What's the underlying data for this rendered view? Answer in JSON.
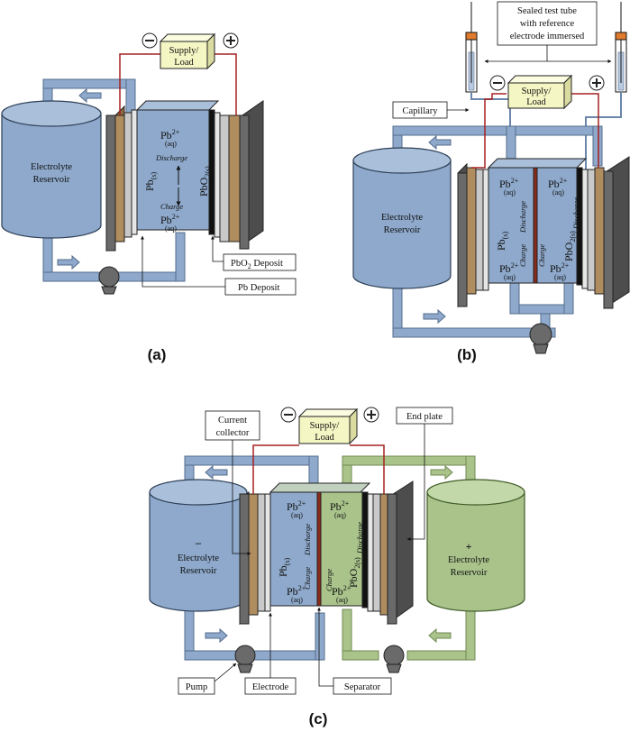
{
  "panel_a": {
    "caption": "(a)",
    "supply_load": [
      "Supply/",
      "Load"
    ],
    "reservoir": [
      "Electrolyte",
      "Reservoir"
    ],
    "pb2_top": "Pb",
    "pb2_bottom": "Pb",
    "pb2_sup": "2+",
    "aq_sub": "(aq)",
    "pbs": "Pb",
    "pbs_sub": "(s)",
    "pbo2": "PbO",
    "pbo2_sub": "2(s)",
    "discharge": "Discharge",
    "charge": "Charge",
    "pbo2_deposit_a": "PbO",
    "pbo2_deposit_b": "2",
    "pbo2_deposit_c": " Deposit",
    "pb_deposit": "Pb Deposit"
  },
  "panel_b": {
    "caption": "(b)",
    "test_tube": [
      "Sealed test tube",
      "with reference",
      "electrode immersed"
    ],
    "capillary": "Capillary",
    "supply_load": [
      "Supply/",
      "Load"
    ],
    "reservoir": [
      "Electrolyte",
      "Reservoir"
    ],
    "pb2": "Pb",
    "pb2_sup": "2+",
    "aq_sub": "(aq)",
    "pbs": "Pb",
    "pbs_sub": "(s)",
    "pbo2": "PbO",
    "pbo2_sub": "2(s)",
    "discharge": "Discharge",
    "charge": "Charge"
  },
  "panel_c": {
    "caption": "(c)",
    "supply_load": [
      "Supply/",
      "Load"
    ],
    "current_collector": [
      "Current",
      "collector"
    ],
    "end_plate": "End plate",
    "neg_reservoir": [
      "–",
      "Electrolyte",
      "Reservoir"
    ],
    "pos_reservoir": [
      "+",
      "Electrolyte",
      "Reservoir"
    ],
    "pump": "Pump",
    "electrode": "Electrode",
    "separator": "Separator",
    "pb2": "Pb",
    "pb2_sup": "2+",
    "aq_sub": "(aq)",
    "pbs": "Pb",
    "pbs_sub": "(s)",
    "pbo2": "PbO",
    "pbo2_sub": "2(s)",
    "discharge": "Discharge",
    "charge": "Charge"
  },
  "symbols": {
    "minus": "−",
    "plus": "+"
  },
  "colors": {
    "blue_fill": "#8ea9cb",
    "blue_light": "#b9cbe2",
    "green_fill": "#a9c38b",
    "end_plate": "#5d5d5d",
    "collector": "#b08d5e",
    "electrode": "#c9c9c9",
    "supply_fill": "#f4f6c4",
    "wire": "#a52020"
  }
}
